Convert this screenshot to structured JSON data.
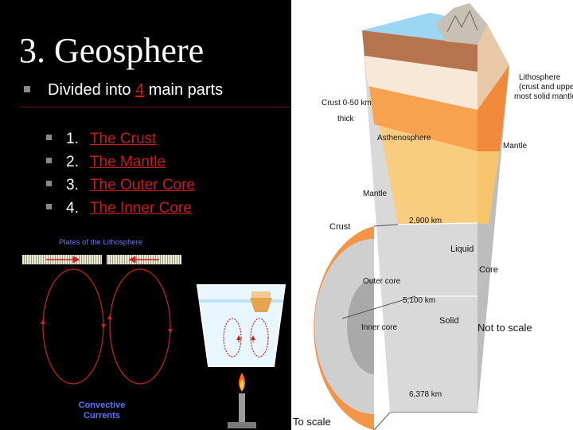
{
  "slide": {
    "title": "3. Geosphere",
    "bullet_prefix": "Divided into",
    "bullet_number": "4",
    "bullet_suffix": "main parts",
    "parts": [
      {
        "number": "1.",
        "label": "The Crust"
      },
      {
        "number": "2.",
        "label": "The Mantle"
      },
      {
        "number": "3.",
        "label": "The Outer Core"
      },
      {
        "number": "4.",
        "label": "The Inner Core"
      }
    ]
  },
  "convection": {
    "plates_label": "Plates of the Lithosphere",
    "caption_line1": "Convective",
    "caption_line2": "Currents"
  },
  "earth_diagram": {
    "labels": {
      "lithosphere": [
        "Lithosphere",
        "(crust and upper-",
        "most solid mantle)"
      ],
      "crust_thick": [
        "Crust 0-50 km",
        "thick"
      ],
      "asthenosphere": "Asthenosphere",
      "mantle_right": "Mantle",
      "mantle_left": "Mantle",
      "crust": "Crust",
      "depth_2900": "2,900 km",
      "liquid": "Liquid",
      "core": "Core",
      "outer_core": "Outer core",
      "depth_5100": "5,100 km",
      "solid": "Solid",
      "not_to_scale": "Not to scale",
      "inner_core": "Inner core",
      "depth_6378": "6,378 km",
      "to_scale": "To scale"
    }
  },
  "colors": {
    "accent_red": "#cc1a1a",
    "panel_white": "#ffffff",
    "ocean_blue": "#7ec8e8",
    "asthenosphere_orange": "#f08a3a",
    "mantle_yellow": "#f6c46a",
    "core_grey": "#c8c8c8"
  }
}
